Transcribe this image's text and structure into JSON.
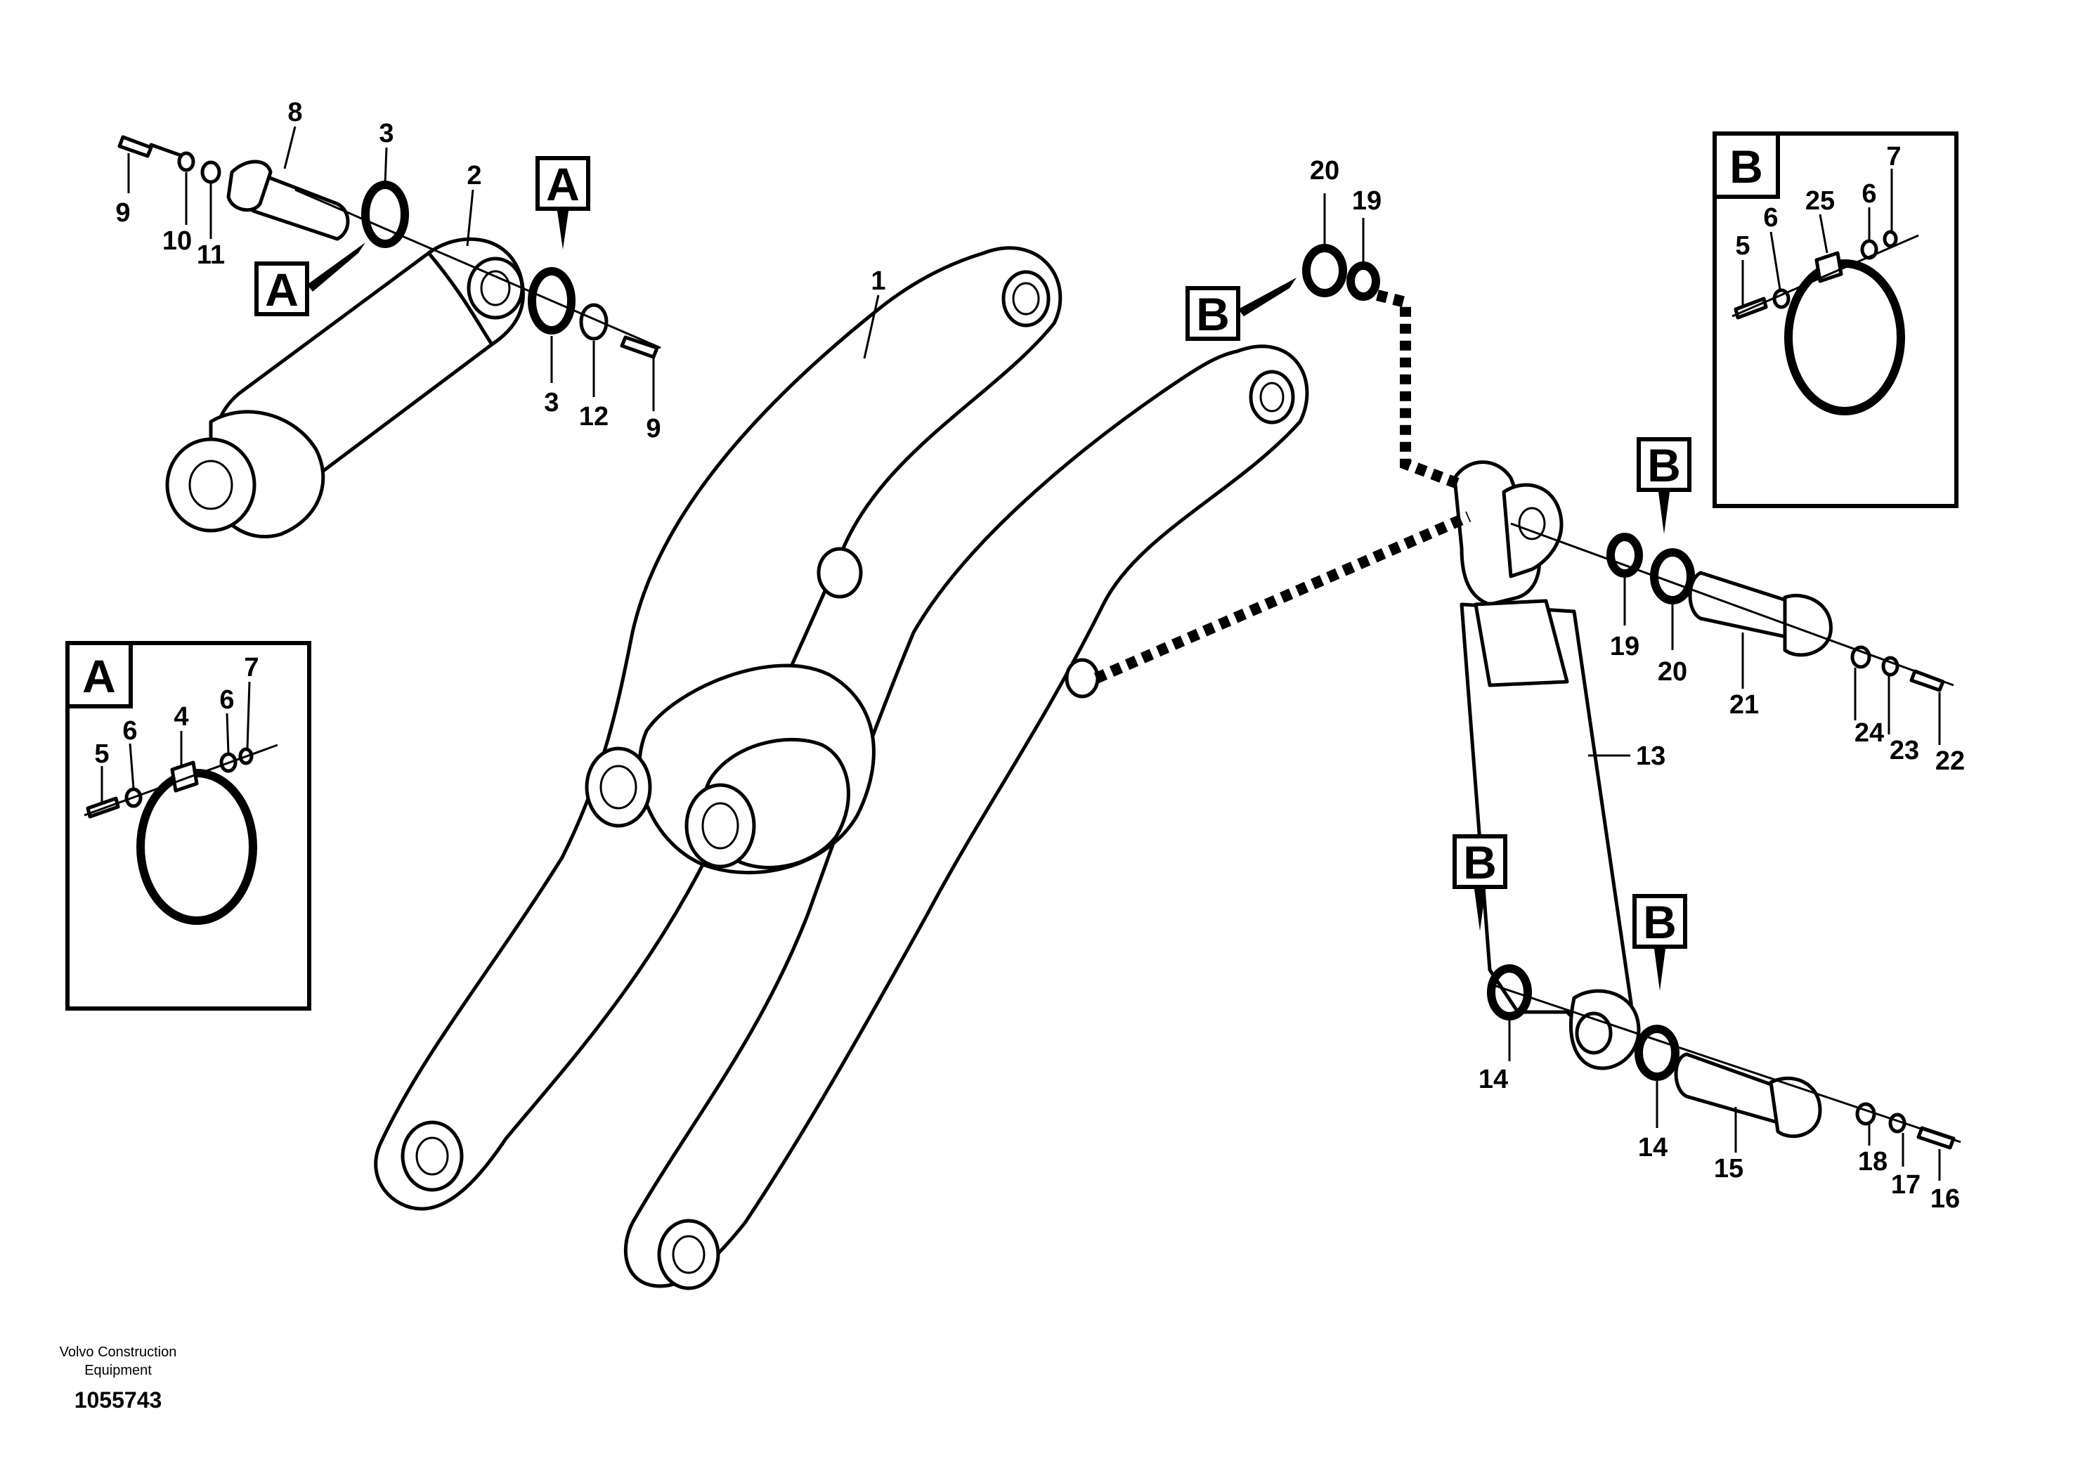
{
  "callouts": {
    "n1": "1",
    "n2": "2",
    "n3a": "3",
    "n3b": "3",
    "n5a": "5",
    "n6a": "6",
    "n4a": "4",
    "n6b": "6",
    "n7a": "7",
    "n5b": "5",
    "n6c": "6",
    "n25": "25",
    "n6d": "6",
    "n7b": "7",
    "n8": "8",
    "n9a": "9",
    "n9b": "9",
    "n10": "10",
    "n11": "11",
    "n12": "12",
    "n13": "13",
    "n14a": "14",
    "n14b": "14",
    "n15": "15",
    "n16": "16",
    "n17": "17",
    "n18": "18",
    "n19a": "19",
    "n19b": "19",
    "n20a": "20",
    "n20b": "20",
    "n21": "21",
    "n22": "22",
    "n23": "23",
    "n24": "24"
  },
  "refs": {
    "a_top": "A",
    "a_left": "A",
    "a_detail": "A",
    "b_top": "B",
    "b_mid": "B",
    "b_low1": "B",
    "b_low2": "B",
    "b_detail": "B"
  },
  "footer": {
    "company_line1": "Volvo Construction",
    "company_line2": "Equipment",
    "drawing_number": "1055743"
  }
}
